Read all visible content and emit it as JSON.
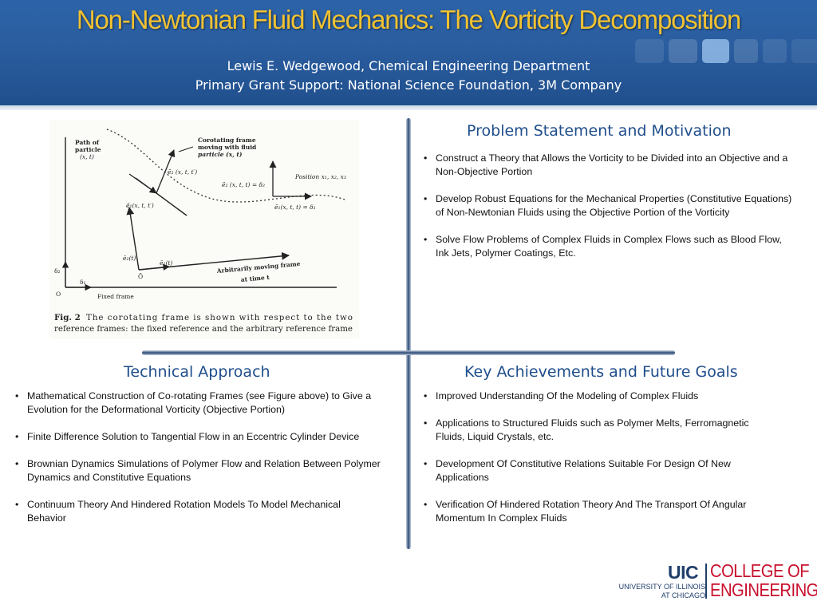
{
  "header": {
    "title": "Non-Newtonian Fluid Mechanics: The Vorticity Decomposition",
    "author_line": "Lewis E. Wedgewood, Chemical Engineering Department",
    "grant_line": "Primary Grant Support: National Science Foundation, 3M Company",
    "colors": {
      "banner": "#2a5d9f",
      "title": "#f1c232",
      "subtitle": "#ffffff"
    }
  },
  "figure": {
    "caption_label": "Fig. 2",
    "caption_line1": "The corotating frame is shown with respect to the two",
    "caption_line2": "reference frames: the fixed reference and the arbitrary reference frame",
    "labels": {
      "path": "Path of",
      "particle": "particle",
      "path_coords": "(x, t)",
      "corot1": "Corotating frame",
      "corot2": "moving with fluid",
      "corot3": "particle (x, t)",
      "e2_prime": "ẽ₂ (x, t, t′)",
      "e1_prime": "ẽ₁(x, t, t′)",
      "e2_tt": "ẽ₂ (x, t, t) = δ₂",
      "e1_tt": "ẽ₁(x, t, t) = δ₁",
      "position": "Position x₁, x₂, x₃",
      "d2": "δ₂",
      "d1": "δ₁",
      "origin": "O",
      "origin_b": "Ō",
      "e2t": "ē₂(t)",
      "e1t": "ē₁(t)",
      "arb1": "Arbitrarily moving frame",
      "arb2": "at time t",
      "fixed": "Fixed frame"
    }
  },
  "sections": {
    "problem": {
      "heading": "Problem Statement and Motivation",
      "bullets": [
        "Construct a Theory that Allows the Vorticity to be Divided into an Objective and a Non-Objective Portion",
        "Develop Robust Equations for the Mechanical Properties (Constitutive Equations) of Non-Newtonian Fluids using the Objective Portion of the Vorticity",
        "Solve Flow Problems of Complex Fluids in Complex Flows such as Blood Flow, Ink Jets, Polymer Coatings, Etc."
      ]
    },
    "technical": {
      "heading": "Technical Approach",
      "bullets": [
        "Mathematical Construction of Co-rotating Frames (see Figure above) to Give a Evolution for the Deformational Vorticity (Objective Portion)",
        "Finite Difference Solution to Tangential Flow in an Eccentric Cylinder Device",
        "Brownian Dynamics Simulations of Polymer Flow and Relation Between Polymer Dynamics and Constitutive Equations",
        "Continuum Theory And Hindered Rotation Models To Model Mechanical Behavior"
      ]
    },
    "achievements": {
      "heading": "Key Achievements and Future Goals",
      "bullets": [
        "Improved Understanding Of the Modeling of Complex Fluids",
        "Applications to Structured Fluids such as Polymer Melts, Ferromagnetic Fluids, Liquid Crystals, etc.",
        "Development Of Constitutive Relations Suitable For Design Of New Applications",
        "Verification Of Hindered Rotation Theory And The Transport Of Angular Momentum In Complex Fluids"
      ]
    },
    "colors": {
      "heading": "#1f4e8c",
      "divider": "#2c4b78"
    }
  },
  "logo": {
    "uic": "UIC",
    "univ_line1": "UNIVERSITY OF ILLINOIS",
    "univ_line2": "AT CHICAGO",
    "college": "COLLEGE OF",
    "engineering": "ENGINEERING",
    "colors": {
      "uic": "#1f3e6b",
      "college": "#c8102e"
    }
  }
}
